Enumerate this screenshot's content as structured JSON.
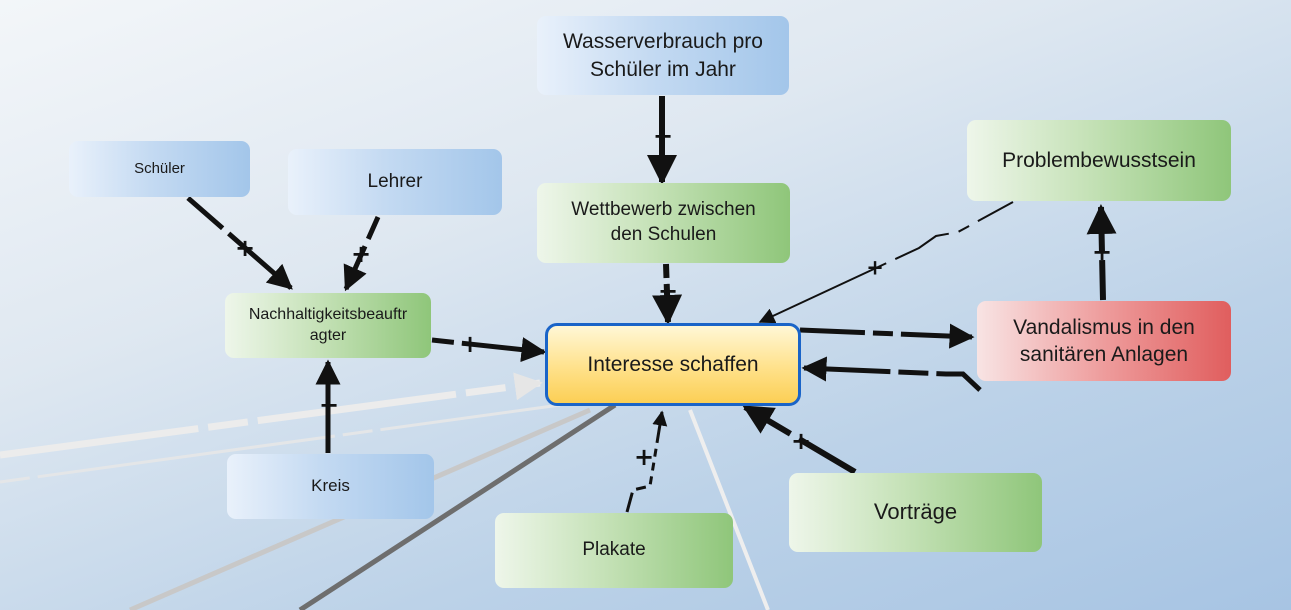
{
  "nodes": {
    "wasserverbrauch": "Wasserverbrauch pro\nSchüler im Jahr",
    "schueler": "Schüler",
    "lehrer": "Lehrer",
    "problembewusstsein": "Problembewusstsein",
    "wettbewerb": "Wettbewerb zwischen\nden Schulen",
    "nachhaltigkeit": "Nachhaltigkeitsbeauftr\nagter",
    "interesse": "Interesse schaffen",
    "vandalismus": "Vandalismus in den\nsanitären Anlagen",
    "kreis": "Kreis",
    "plakate": "Plakate",
    "vortraege": "Vorträge"
  },
  "signs": {
    "plus": "+"
  },
  "colors": {
    "blue_node": "#a3c6ea",
    "green_node": "#8fc67a",
    "red_node": "#e05e5e",
    "center_fill": "#ffe18a",
    "center_border": "#1a64c8",
    "link": "#111111"
  }
}
